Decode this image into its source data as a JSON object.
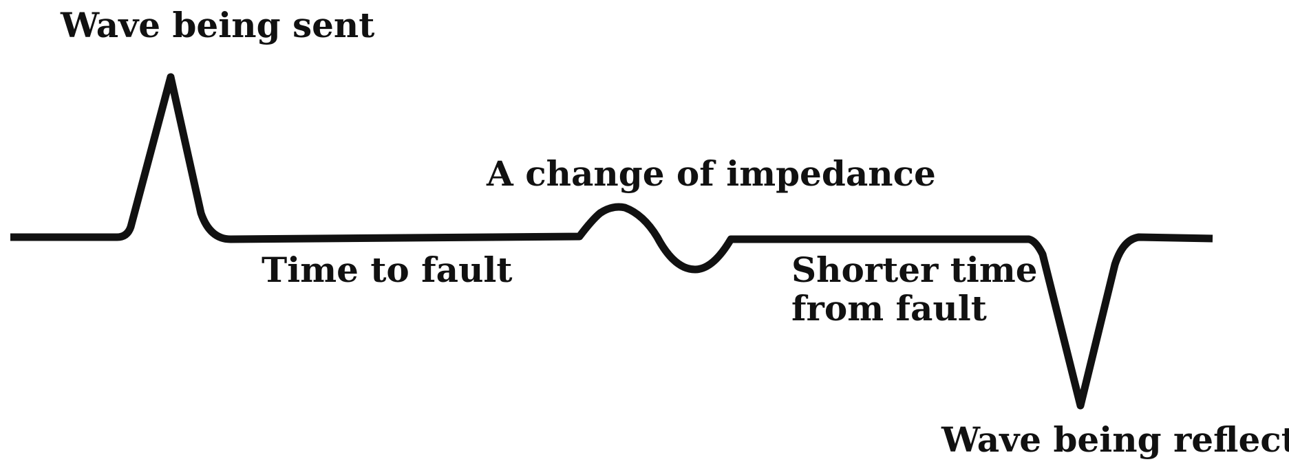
{
  "diagram": {
    "labels": {
      "wave_sent": "Wave being sent",
      "impedance_change": "A change of impedance",
      "time_to_fault": "Time to fault",
      "shorter_time_line1": "Shorter time",
      "shorter_time_line2": "from fault",
      "wave_reflected": "Wave being reflected"
    },
    "colors": {
      "line": "#111111",
      "text": "#111111",
      "background": "#ffffff"
    }
  }
}
